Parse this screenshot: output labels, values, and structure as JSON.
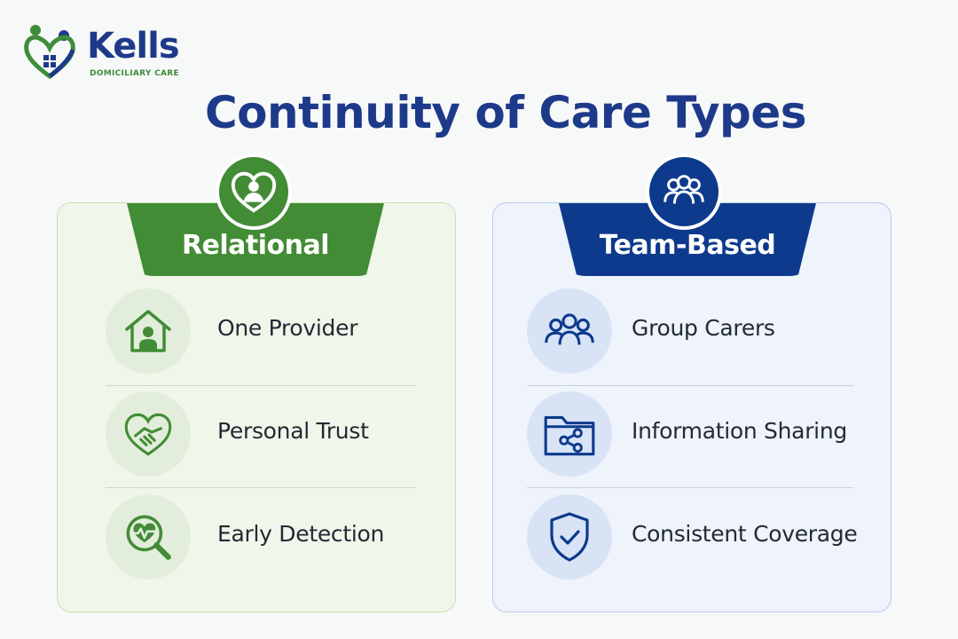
{
  "logo": {
    "name": "Kells",
    "subtitle": "DOMICILIARY CARE",
    "colors": {
      "green": "#3f8d3a",
      "blue": "#1d3a8a"
    }
  },
  "title": "Continuity of Care Types",
  "panels": [
    {
      "heading": "Relational",
      "icon": "heart-person-icon",
      "color": "#428c36",
      "items": [
        {
          "label": "One Provider",
          "icon": "home-person-icon"
        },
        {
          "label": "Personal Trust",
          "icon": "heart-handshake-icon"
        },
        {
          "label": "Early Detection",
          "icon": "magnifier-heartbeat-icon"
        }
      ]
    },
    {
      "heading": "Team-Based",
      "icon": "group-icon",
      "color": "#0d3a8c",
      "items": [
        {
          "label": "Group Carers",
          "icon": "group-icon"
        },
        {
          "label": "Information Sharing",
          "icon": "folder-share-icon"
        },
        {
          "label": "Consistent Coverage",
          "icon": "shield-check-icon"
        }
      ]
    }
  ]
}
